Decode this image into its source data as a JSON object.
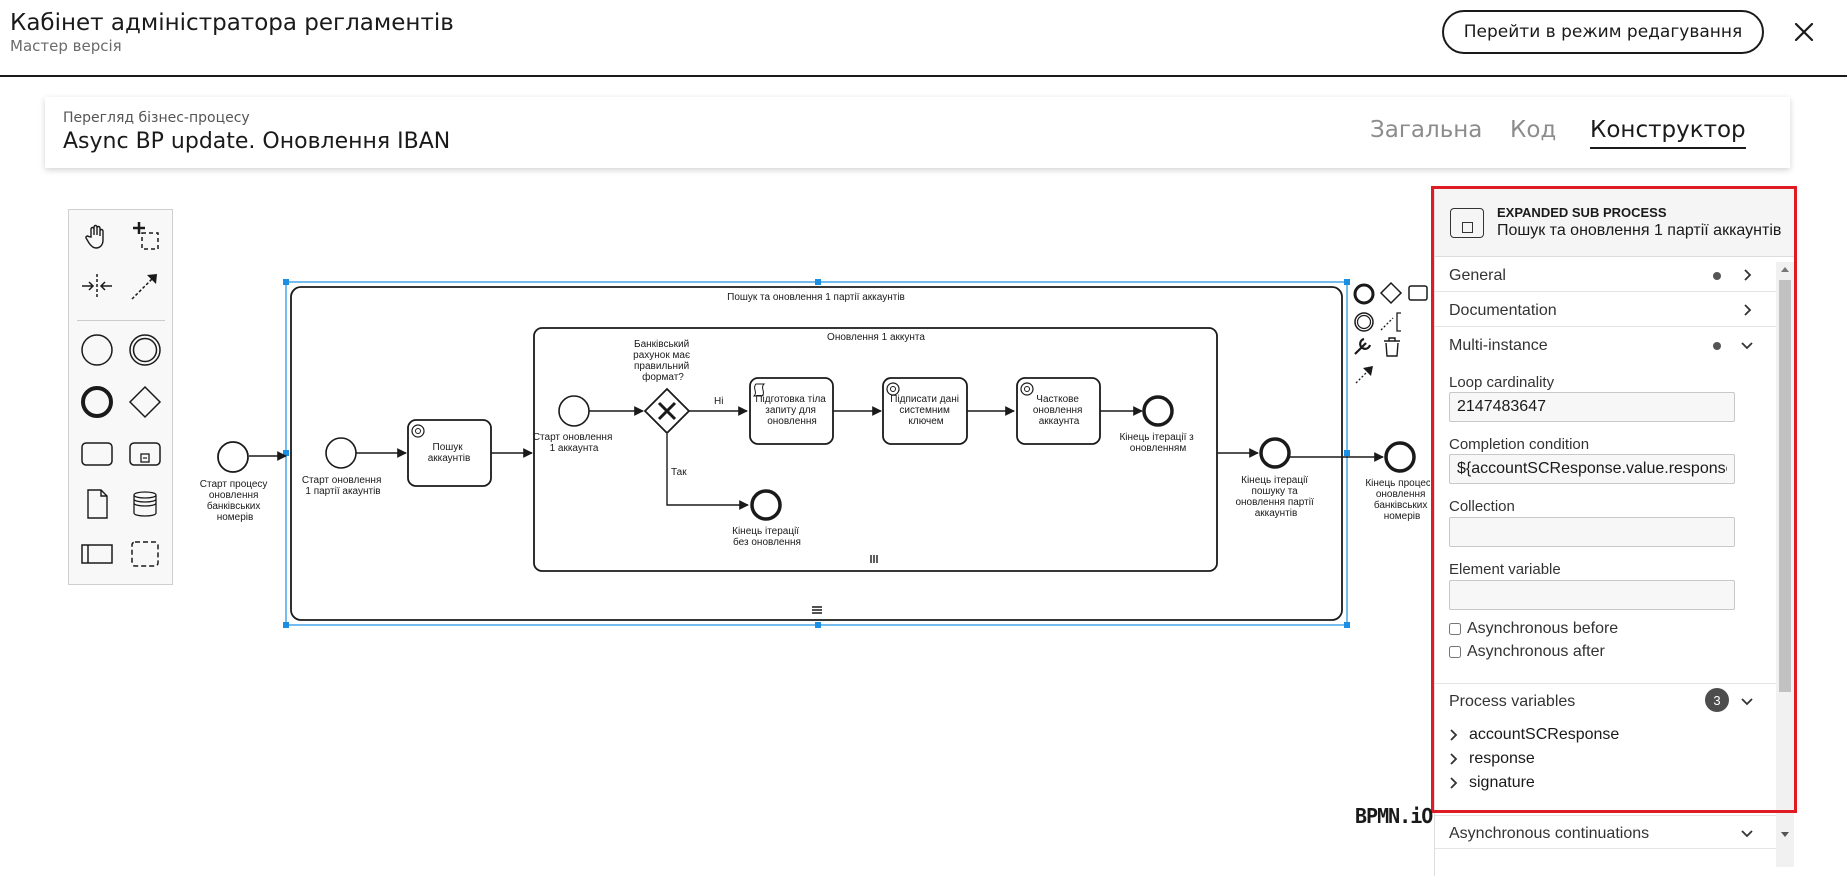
{
  "header": {
    "title": "Кабінет адміністратора регламентів",
    "subtitle": "Мастер версія",
    "edit_button": "Перейти в режим редагування"
  },
  "process": {
    "caption": "Перегляд бізнес-процесу",
    "name": "Async BP update. Оновлення IBAN",
    "tabs": [
      {
        "label": "Загальна",
        "active": false
      },
      {
        "label": "Код",
        "active": false
      },
      {
        "label": "Конструктор",
        "active": true
      }
    ]
  },
  "palette": {
    "tools": [
      "hand-tool",
      "lasso-tool",
      "space-tool",
      "global-connect-tool",
      "start-event",
      "intermediate-event",
      "end-event",
      "gateway",
      "task",
      "sub-process",
      "data-object",
      "data-store",
      "participant",
      "group"
    ]
  },
  "diagram": {
    "outer_subprocess": "Пошук та оновлення 1 партії аккаунтів",
    "inner_subprocess": "Оновлення 1 аккунта",
    "start_process": [
      "Старт процесу",
      "оновлення",
      "банківських",
      "номерів"
    ],
    "start_batch": [
      "Старт оновлення",
      "1 партії акаунтів"
    ],
    "search_accounts": [
      "Пошук",
      "аккаунтів"
    ],
    "start_account": [
      "Старт оновлення",
      "1 аккаунта"
    ],
    "gateway_question": [
      "Банківський",
      "рахунок має",
      "правильний",
      "формат?"
    ],
    "flow_no": "Ні",
    "flow_yes": "Так",
    "prepare_request": [
      "Підготовка тіла",
      "запиту для",
      "оновлення"
    ],
    "sign_data": [
      "Підписати дані",
      "системним",
      "ключем"
    ],
    "partial_update": [
      "Часткове",
      "оновлення",
      "аккаунта"
    ],
    "end_iteration_update": [
      "Кінець ітерації з",
      "оновленням"
    ],
    "end_iteration_no_update": [
      "Кінець ітерації",
      "без оновлення"
    ],
    "end_batch": [
      "Кінець ітерації",
      "пошуку та",
      "оновлення партії",
      "аккаунтів"
    ],
    "end_process": [
      "Кінець процесу",
      "оновлення",
      "банківських",
      "номерів"
    ]
  },
  "panel": {
    "element_type": "EXPANDED SUB PROCESS",
    "element_name": "Пошук та оновлення 1 партії аккаунтів",
    "groups": {
      "general": "General",
      "documentation": "Documentation",
      "multi_instance": "Multi-instance",
      "process_variables": "Process variables",
      "async": "Asynchronous continuations"
    },
    "multi_instance": {
      "loop_cardinality_label": "Loop cardinality",
      "loop_cardinality_value": "2147483647",
      "completion_label": "Completion condition",
      "completion_value": "${accountSCResponse.value.response",
      "collection_label": "Collection",
      "collection_value": "",
      "element_variable_label": "Element variable",
      "element_variable_value": "",
      "async_before": "Asynchronous before",
      "async_after": "Asynchronous after"
    },
    "process_variables_count": "3",
    "variables": [
      "accountSCResponse",
      "response",
      "signature"
    ]
  },
  "logo": "BPMN.iO",
  "colors": {
    "selection": "#1a8fe3",
    "highlight": "#e01b24",
    "stroke": "#1a1a1a"
  }
}
